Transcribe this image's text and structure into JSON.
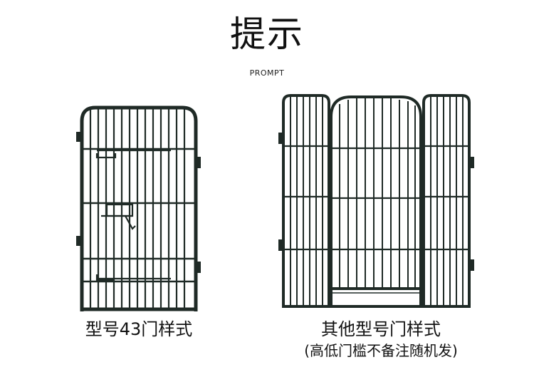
{
  "header": {
    "title": "提示",
    "subtitle": "PROMPT"
  },
  "left_panel": {
    "caption": "型号43门样式"
  },
  "right_panel": {
    "caption": "其他型号门样式",
    "note": "(高低门槛不备注随机发)"
  },
  "colors": {
    "frame": "#1f2a26",
    "bar": "#2a3531",
    "background": "#ffffff"
  }
}
